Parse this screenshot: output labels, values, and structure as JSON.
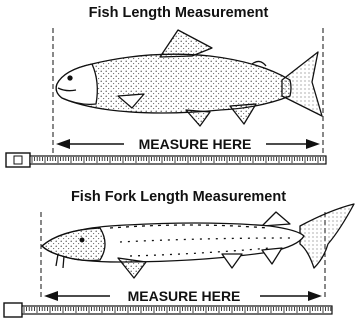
{
  "panels": [
    {
      "title": "Fish Length Measurement",
      "arrow_label": "MEASURE HERE",
      "fish_icon": "salmon-illustration"
    },
    {
      "title": "Fish Fork Length Measurement",
      "arrow_label": "MEASURE HERE",
      "fish_icon": "sturgeon-illustration"
    }
  ],
  "colors": {
    "ink": "#111111",
    "background": "#ffffff"
  }
}
